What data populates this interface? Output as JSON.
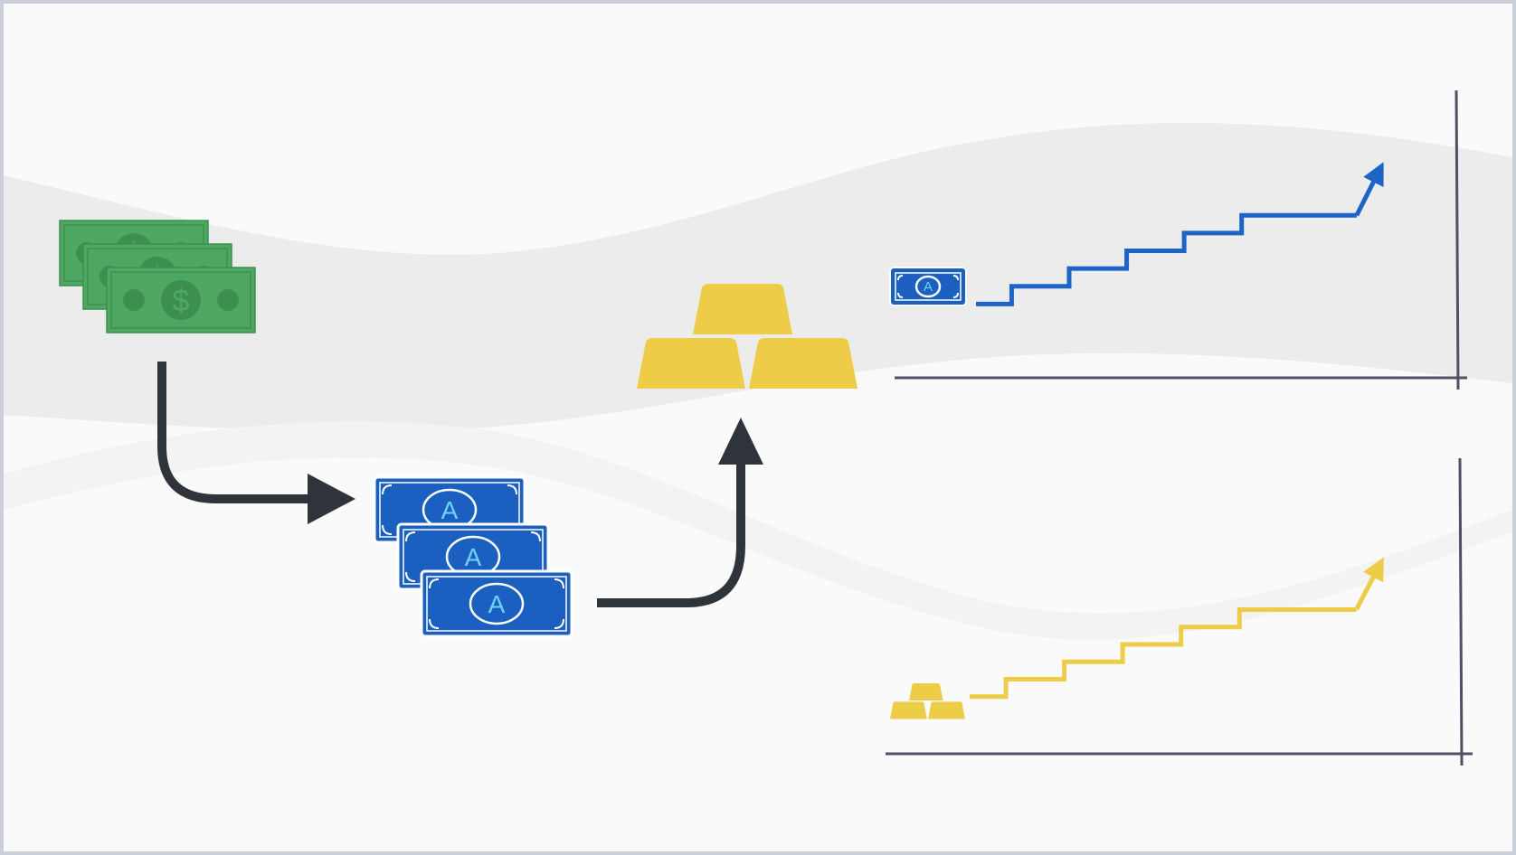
{
  "diagram": {
    "colors": {
      "background": "#fafafa",
      "frame": "#c9d0d9",
      "band": "#ececec",
      "band_light": "#f3f3f3",
      "dollar_green": "#4fa862",
      "dollar_green_dark": "#3d8f4f",
      "token_blue": "#1b5fc1",
      "token_letter": "#6fd3f5",
      "gold": "#edcc48",
      "arrow": "#2f343b",
      "axis": "#4d5163",
      "blue_line": "#1e63c6",
      "gold_line": "#edcc48"
    },
    "icons": {
      "dollars": "dollar-bills-stack-icon",
      "tokens": "token-bills-stack-icon",
      "gold": "gold-bars-icon",
      "token_small": "token-bill-icon",
      "gold_small": "gold-bars-small-icon"
    },
    "dollar_bill_symbol": "$",
    "token_bill_letter": "A"
  },
  "chart_data": [
    {
      "type": "line",
      "series": [
        {
          "color": "#1e63c6",
          "values": [
            1,
            2,
            3,
            4,
            5,
            6,
            6,
            7
          ]
        }
      ],
      "x": [
        0,
        1,
        2,
        3,
        4,
        5,
        6,
        7
      ],
      "ylim": [
        0,
        8
      ],
      "grid": false,
      "step": true
    },
    {
      "type": "line",
      "series": [
        {
          "color": "#edcc48",
          "values": [
            1,
            2,
            3,
            4,
            5,
            6,
            6,
            7
          ]
        }
      ],
      "x": [
        0,
        1,
        2,
        3,
        4,
        5,
        6,
        7
      ],
      "ylim": [
        0,
        8
      ],
      "grid": false,
      "step": true
    }
  ]
}
